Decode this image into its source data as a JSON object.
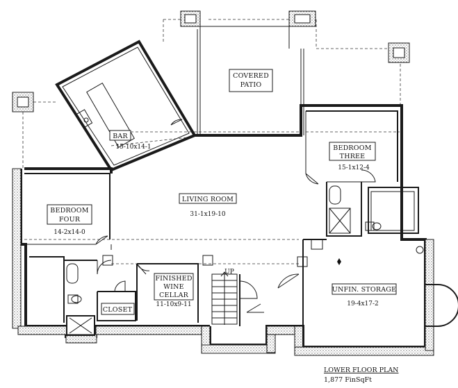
{
  "rooms": {
    "covered_patio": {
      "name_line1": "COVERED",
      "name_line2": "PATIO"
    },
    "bar": {
      "name": "BAR",
      "dims": "15-10x14-1"
    },
    "bedroom_three": {
      "name_line1": "BEDROOM",
      "name_line2": "THREE",
      "dims": "15-1x12-4"
    },
    "living_room": {
      "name": "LIVING ROOM",
      "dims": "31-1x19-10"
    },
    "bedroom_four": {
      "name_line1": "BEDROOM",
      "name_line2": "FOUR",
      "dims": "14-2x14-0"
    },
    "finished_wine_cellar": {
      "name_line1": "FINISHED",
      "name_line2": "WINE",
      "name_line3": "CELLAR",
      "dims": "11-10x9-11"
    },
    "closet": {
      "name": "CLOSET"
    },
    "unfin_storage": {
      "name": "UNFIN. STORAGE",
      "dims": "19-4x17-2"
    }
  },
  "stair": {
    "label": "UP"
  },
  "footer": {
    "title": "LOWER FLOOR PLAN",
    "area": "1,877 FinSqFt"
  }
}
